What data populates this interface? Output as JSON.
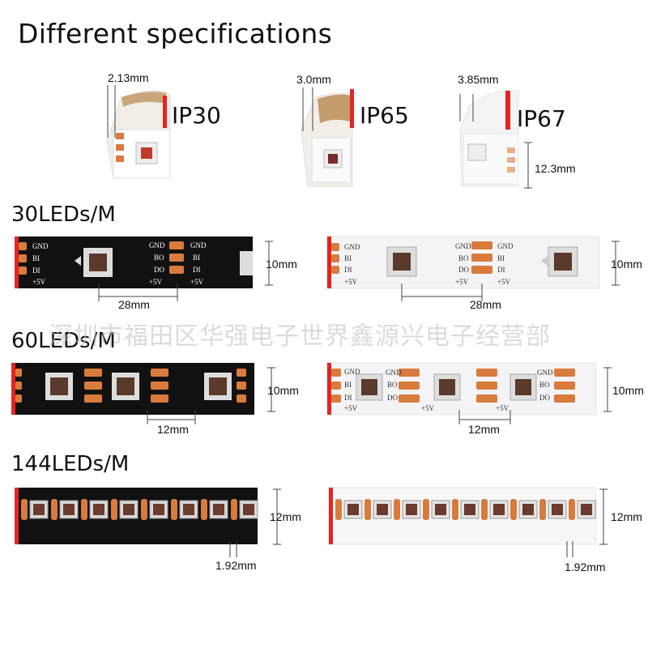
{
  "title": "Different specifications",
  "ip_variants": [
    {
      "thickness": "2.13mm",
      "rating": "IP30"
    },
    {
      "thickness": "3.0mm",
      "rating": "IP65"
    },
    {
      "thickness": "3.85mm",
      "rating": "IP67",
      "width": "12.3mm"
    }
  ],
  "sections": [
    {
      "label": "30LEDs/M",
      "spacing": "28mm",
      "width": "10mm"
    },
    {
      "label": "60LEDs/M",
      "spacing": "12mm",
      "width": "10mm"
    },
    {
      "label": "144LEDs/M",
      "spacing": "1.92mm",
      "width": "12mm"
    }
  ],
  "pins": {
    "gnd": "GND",
    "bi": "BI",
    "di": "DI",
    "bo": "BO",
    "do": "DO",
    "vcc": "+5V"
  },
  "watermark": "深圳市福田区华强电子世界鑫源兴电子经营部",
  "colors": {
    "accent": "#e8231f",
    "pad": "#d97b3d",
    "strip_black": "#111111",
    "strip_white": "#f4f4f6"
  }
}
